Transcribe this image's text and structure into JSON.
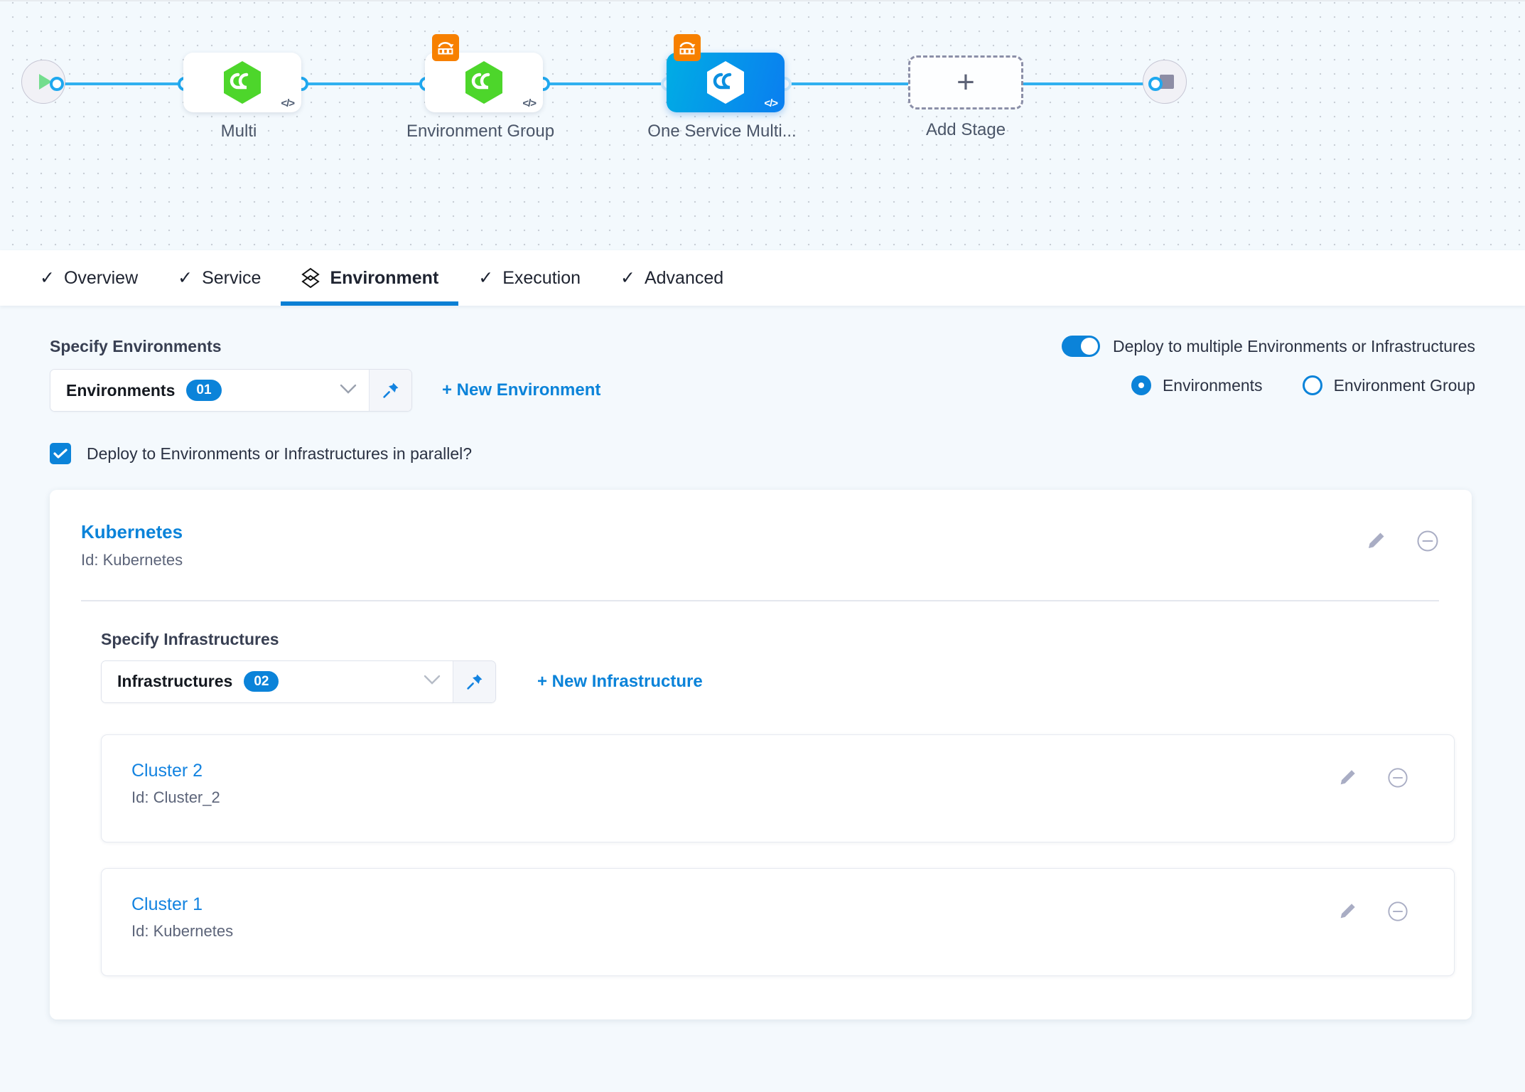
{
  "pipeline": {
    "start_node": "start-node",
    "end_node": "end-node",
    "stages": [
      {
        "label": "Multi",
        "type": "deployment",
        "selected": false,
        "rollback_badge": false
      },
      {
        "label": "Environment Group",
        "type": "deployment",
        "selected": false,
        "rollback_badge": true
      },
      {
        "label": "One Service Multi...",
        "type": "deployment",
        "selected": true,
        "rollback_badge": true
      }
    ],
    "add_stage_label": "Add Stage",
    "add_stage_icon": "plus-icon"
  },
  "tabs": [
    {
      "label": "Overview",
      "icon": "check-icon",
      "active": false
    },
    {
      "label": "Service",
      "icon": "check-icon",
      "active": false
    },
    {
      "label": "Environment",
      "icon": "layers-icon",
      "active": true
    },
    {
      "label": "Execution",
      "icon": "check-icon",
      "active": false
    },
    {
      "label": "Advanced",
      "icon": "check-icon",
      "active": false
    }
  ],
  "environment_section": {
    "specify_label": "Specify Environments",
    "select_text": "Environments",
    "select_count": "01",
    "pin_icon": "pin-icon",
    "chevron_icon": "chevron-down-icon",
    "new_link": "+ New Environment",
    "parallel_checkbox_label": "Deploy to Environments or Infrastructures in parallel?",
    "parallel_checked": true,
    "multi_toggle_label": "Deploy to multiple Environments or Infrastructures",
    "multi_toggle_on": true,
    "radio_options": [
      {
        "label": "Environments",
        "checked": true
      },
      {
        "label": "Environment Group",
        "checked": false
      }
    ]
  },
  "environment_card": {
    "name": "Kubernetes",
    "id_text": "Id: Kubernetes",
    "edit_icon": "pencil-icon",
    "remove_icon": "minus-circle-icon",
    "specify_infra_label": "Specify Infrastructures",
    "infra_select_text": "Infrastructures",
    "infra_select_count": "02",
    "infra_new_link": "+ New Infrastructure",
    "infrastructures": [
      {
        "name": "Cluster 2",
        "id_text": "Id: Cluster_2",
        "edit_icon": "pencil-icon",
        "remove_icon": "minus-circle-icon"
      },
      {
        "name": "Cluster 1",
        "id_text": "Id: Kubernetes",
        "edit_icon": "pencil-icon",
        "remove_icon": "minus-circle-icon"
      }
    ]
  },
  "colors": {
    "accent_blue": "#0b83d9",
    "link_blue": "#1383e0",
    "node_green": "#4dd62b",
    "rollback_orange": "#f78000",
    "edge_blue": "#30b0f0",
    "page_bg": "#f4f9fd"
  }
}
